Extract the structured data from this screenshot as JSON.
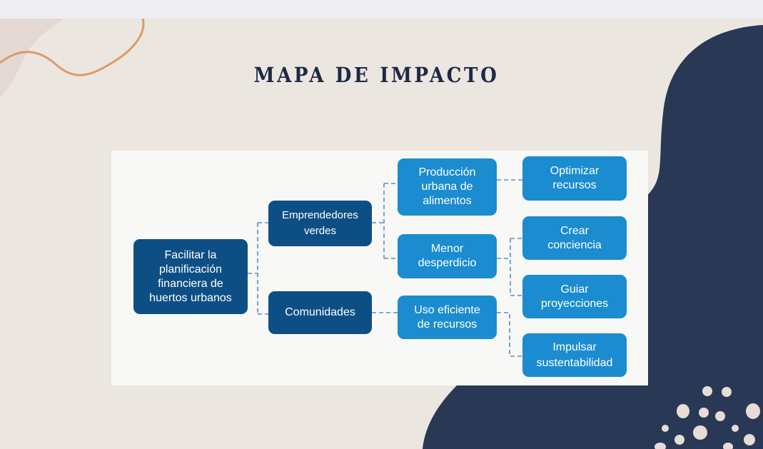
{
  "title": "MAPA DE IMPACTO",
  "diagram": {
    "root": "Facilitar la\nplanificación\nfinanciera de\nhuertos urbanos",
    "level1": [
      "Emprendedores\nverdes",
      "Comunidades"
    ],
    "level2": [
      "Producción\nurbana de\nalimentos",
      "Menor\ndesperdicio",
      "Uso eficiente\nde recursos"
    ],
    "level3": [
      "Optimizar\nrecursos",
      "Crear\nconciencia",
      "Guiar\nproyecciones",
      "Impulsar\nsustentabilidad"
    ]
  },
  "colors": {
    "dark_node": "#0d4f85",
    "light_node": "#1b8ccf",
    "navy_shape": "#283855",
    "accent_line": "#dd9b63"
  }
}
